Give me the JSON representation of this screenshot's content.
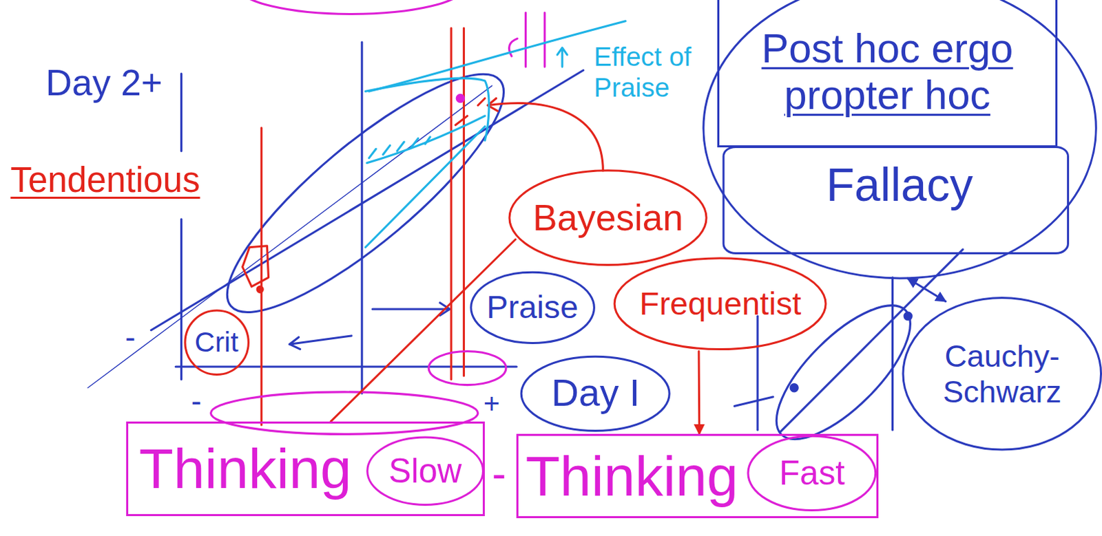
{
  "diagram": {
    "nodes": [
      {
        "text": [
          "Fallacy"
        ]
      },
      {
        "text": [
          "Post hoc ergo propter hoc"
        ],
        "in": 0
      },
      {
        "text": [
          "Bayesian"
        ]
      },
      {
        "text": [
          "Praise"
        ]
      },
      {
        "text": [
          "Frequentist"
        ]
      },
      {
        "text": [
          "Crit"
        ]
      },
      {
        "text": [
          "Day I"
        ]
      },
      {
        "text": [
          "Cauchy-Schwarz"
        ]
      },
      {
        "text": [
          "Thinking"
        ]
      },
      {
        "text": [
          "Slow"
        ],
        "in": 8
      },
      {
        "text": [
          "Thinking"
        ]
      },
      {
        "text": [
          "Fast"
        ],
        "in": 10
      }
    ],
    "edges": [
      {
        "from": 2,
        "to": 8,
        "arrow": "none"
      },
      {
        "from": 4,
        "to": 10,
        "arrow": "to"
      },
      {
        "from": 0,
        "to": 7,
        "arrow": "both"
      }
    ],
    "labels": [
      "Day 2+",
      "Tendentious",
      "Effect of Praise",
      "-",
      "-",
      "+",
      "-"
    ]
  }
}
